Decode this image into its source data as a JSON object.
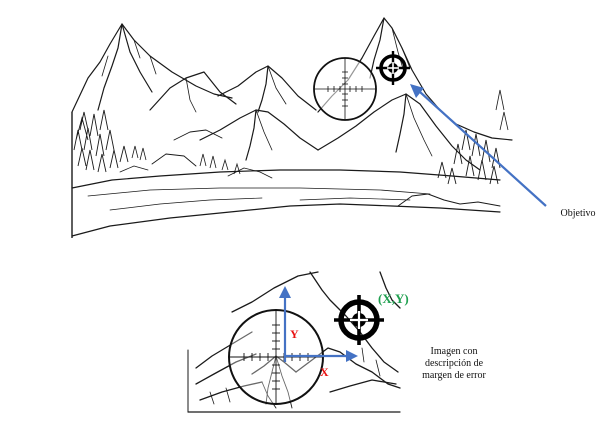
{
  "labels": {
    "objetivo": "Objetivo",
    "coordinates": "(X,Y)",
    "y_axis": "Y",
    "x_axis": "X",
    "error_caption": "Imagen con descripción de margen de error"
  },
  "colors": {
    "arrow": "#4472c4",
    "coordinates": "#20a050",
    "axis_label": "#e81010",
    "ink": "#1a1a1a"
  },
  "icons": {
    "target": "crosshair-target-icon",
    "scope": "scope-reticle-icon"
  }
}
